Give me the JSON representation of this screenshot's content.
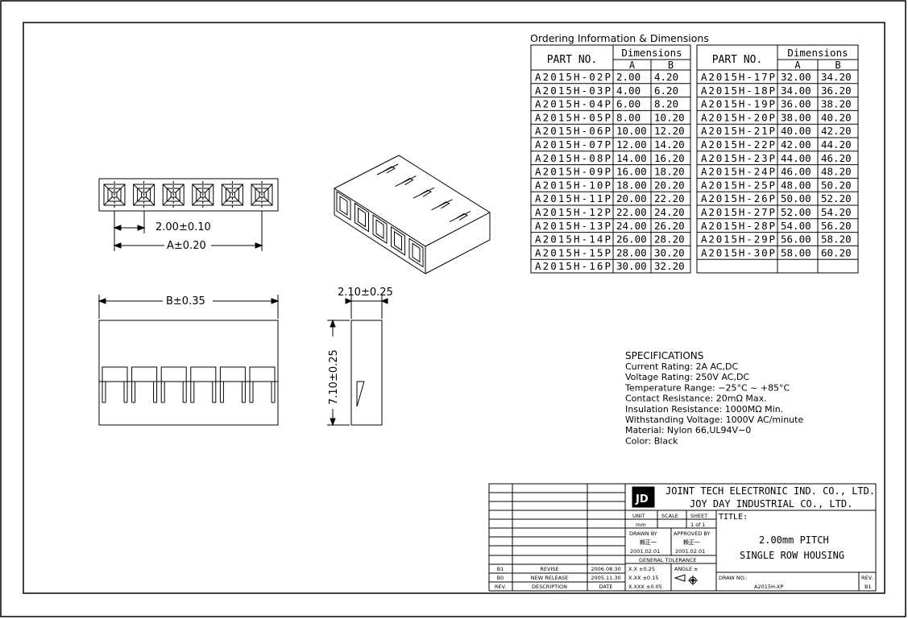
{
  "ordering": {
    "title": "Ordering Information & Dimensions",
    "header_part": "PART NO.",
    "header_dims": "Dimensions",
    "header_a": "A",
    "header_b": "B",
    "left_rows": [
      [
        "A2015H-02P",
        "2.00",
        "4.20"
      ],
      [
        "A2015H-03P",
        "4.00",
        "6.20"
      ],
      [
        "A2015H-04P",
        "6.00",
        "8.20"
      ],
      [
        "A2015H-05P",
        "8.00",
        "10.20"
      ],
      [
        "A2015H-06P",
        "10.00",
        "12.20"
      ],
      [
        "A2015H-07P",
        "12.00",
        "14.20"
      ],
      [
        "A2015H-08P",
        "14.00",
        "16.20"
      ],
      [
        "A2015H-09P",
        "16.00",
        "18.20"
      ],
      [
        "A2015H-10P",
        "18.00",
        "20.20"
      ],
      [
        "A2015H-11P",
        "20.00",
        "22.20"
      ],
      [
        "A2015H-12P",
        "22.00",
        "24.20"
      ],
      [
        "A2015H-13P",
        "24.00",
        "26.20"
      ],
      [
        "A2015H-14P",
        "26.00",
        "28.20"
      ],
      [
        "A2015H-15P",
        "28.00",
        "30.20"
      ],
      [
        "A2015H-16P",
        "30.00",
        "32.20"
      ]
    ],
    "right_rows": [
      [
        "A2015H-17P",
        "32.00",
        "34.20"
      ],
      [
        "A2015H-18P",
        "34.00",
        "36.20"
      ],
      [
        "A2015H-19P",
        "36.00",
        "38.20"
      ],
      [
        "A2015H-20P",
        "38.00",
        "40.20"
      ],
      [
        "A2015H-21P",
        "40.00",
        "42.20"
      ],
      [
        "A2015H-22P",
        "42.00",
        "44.20"
      ],
      [
        "A2015H-23P",
        "44.00",
        "46.20"
      ],
      [
        "A2015H-24P",
        "46.00",
        "48.20"
      ],
      [
        "A2015H-25P",
        "48.00",
        "50.20"
      ],
      [
        "A2015H-26P",
        "50.00",
        "52.20"
      ],
      [
        "A2015H-27P",
        "52.00",
        "54.20"
      ],
      [
        "A2015H-28P",
        "54.00",
        "56.20"
      ],
      [
        "A2015H-29P",
        "56.00",
        "58.20"
      ],
      [
        "A2015H-30P",
        "58.00",
        "60.20"
      ]
    ]
  },
  "dims": {
    "pitch": "2.00±0.10",
    "a": "A±0.20",
    "b": "B±0.35",
    "width": "2.10±0.25",
    "height": "7.10±0.25"
  },
  "specs": {
    "title": "SPECIFICATIONS",
    "lines": [
      "Current Rating: 2A AC,DC",
      "Voltage Rating: 250V AC,DC",
      "Temperature Range: −25°C ~ +85°C",
      "Contact Resistance: 20mΩ Max.",
      "Insulation Resistance: 1000MΩ Min.",
      "Withstanding Voltage: 1000V AC/minute",
      "Material: Nylon 66,UL94V−0",
      "Color: Black"
    ]
  },
  "titleblock": {
    "company1": "JOINT TECH ELECTRONIC IND. CO., LTD.",
    "company2": "JOY DAY INDUSTRIAL CO., LTD.",
    "unit_label": "UNIT",
    "unit": "mm",
    "scale_label": "SCALE",
    "sheet_label": "SHEET",
    "sheet": "1 of 1",
    "drawn_label": "DRAWN BY",
    "drawn_name": "賴正一",
    "drawn_date": "2001.02.01",
    "approved_label": "APPROVED BY",
    "approved_name": "賴正一",
    "approved_date": "2001.02.01",
    "tol_label": "GENERAL TOLERANCE",
    "tol1": "X.X ±0.25",
    "tol2": "X.XX ±0.15",
    "tol3": "X.XXX ±0.05",
    "angle": "ANGLE ±",
    "title_label": "TITLE:",
    "title1": "2.00mm PITCH",
    "title2": "SINGLE ROW HOUSING",
    "drawno_label": "DRAW NO.:",
    "drawno": "A2015H-XP",
    "rev_label": "REV.",
    "rev": "B1",
    "rev_rows": [
      [
        "B1",
        "REVISE",
        "2006.08.30"
      ],
      [
        "B0",
        "NEW RELEASE",
        "2005.11.30"
      ]
    ],
    "rev_head": [
      "REV.",
      "DESCRIPTION",
      "DATE"
    ]
  }
}
